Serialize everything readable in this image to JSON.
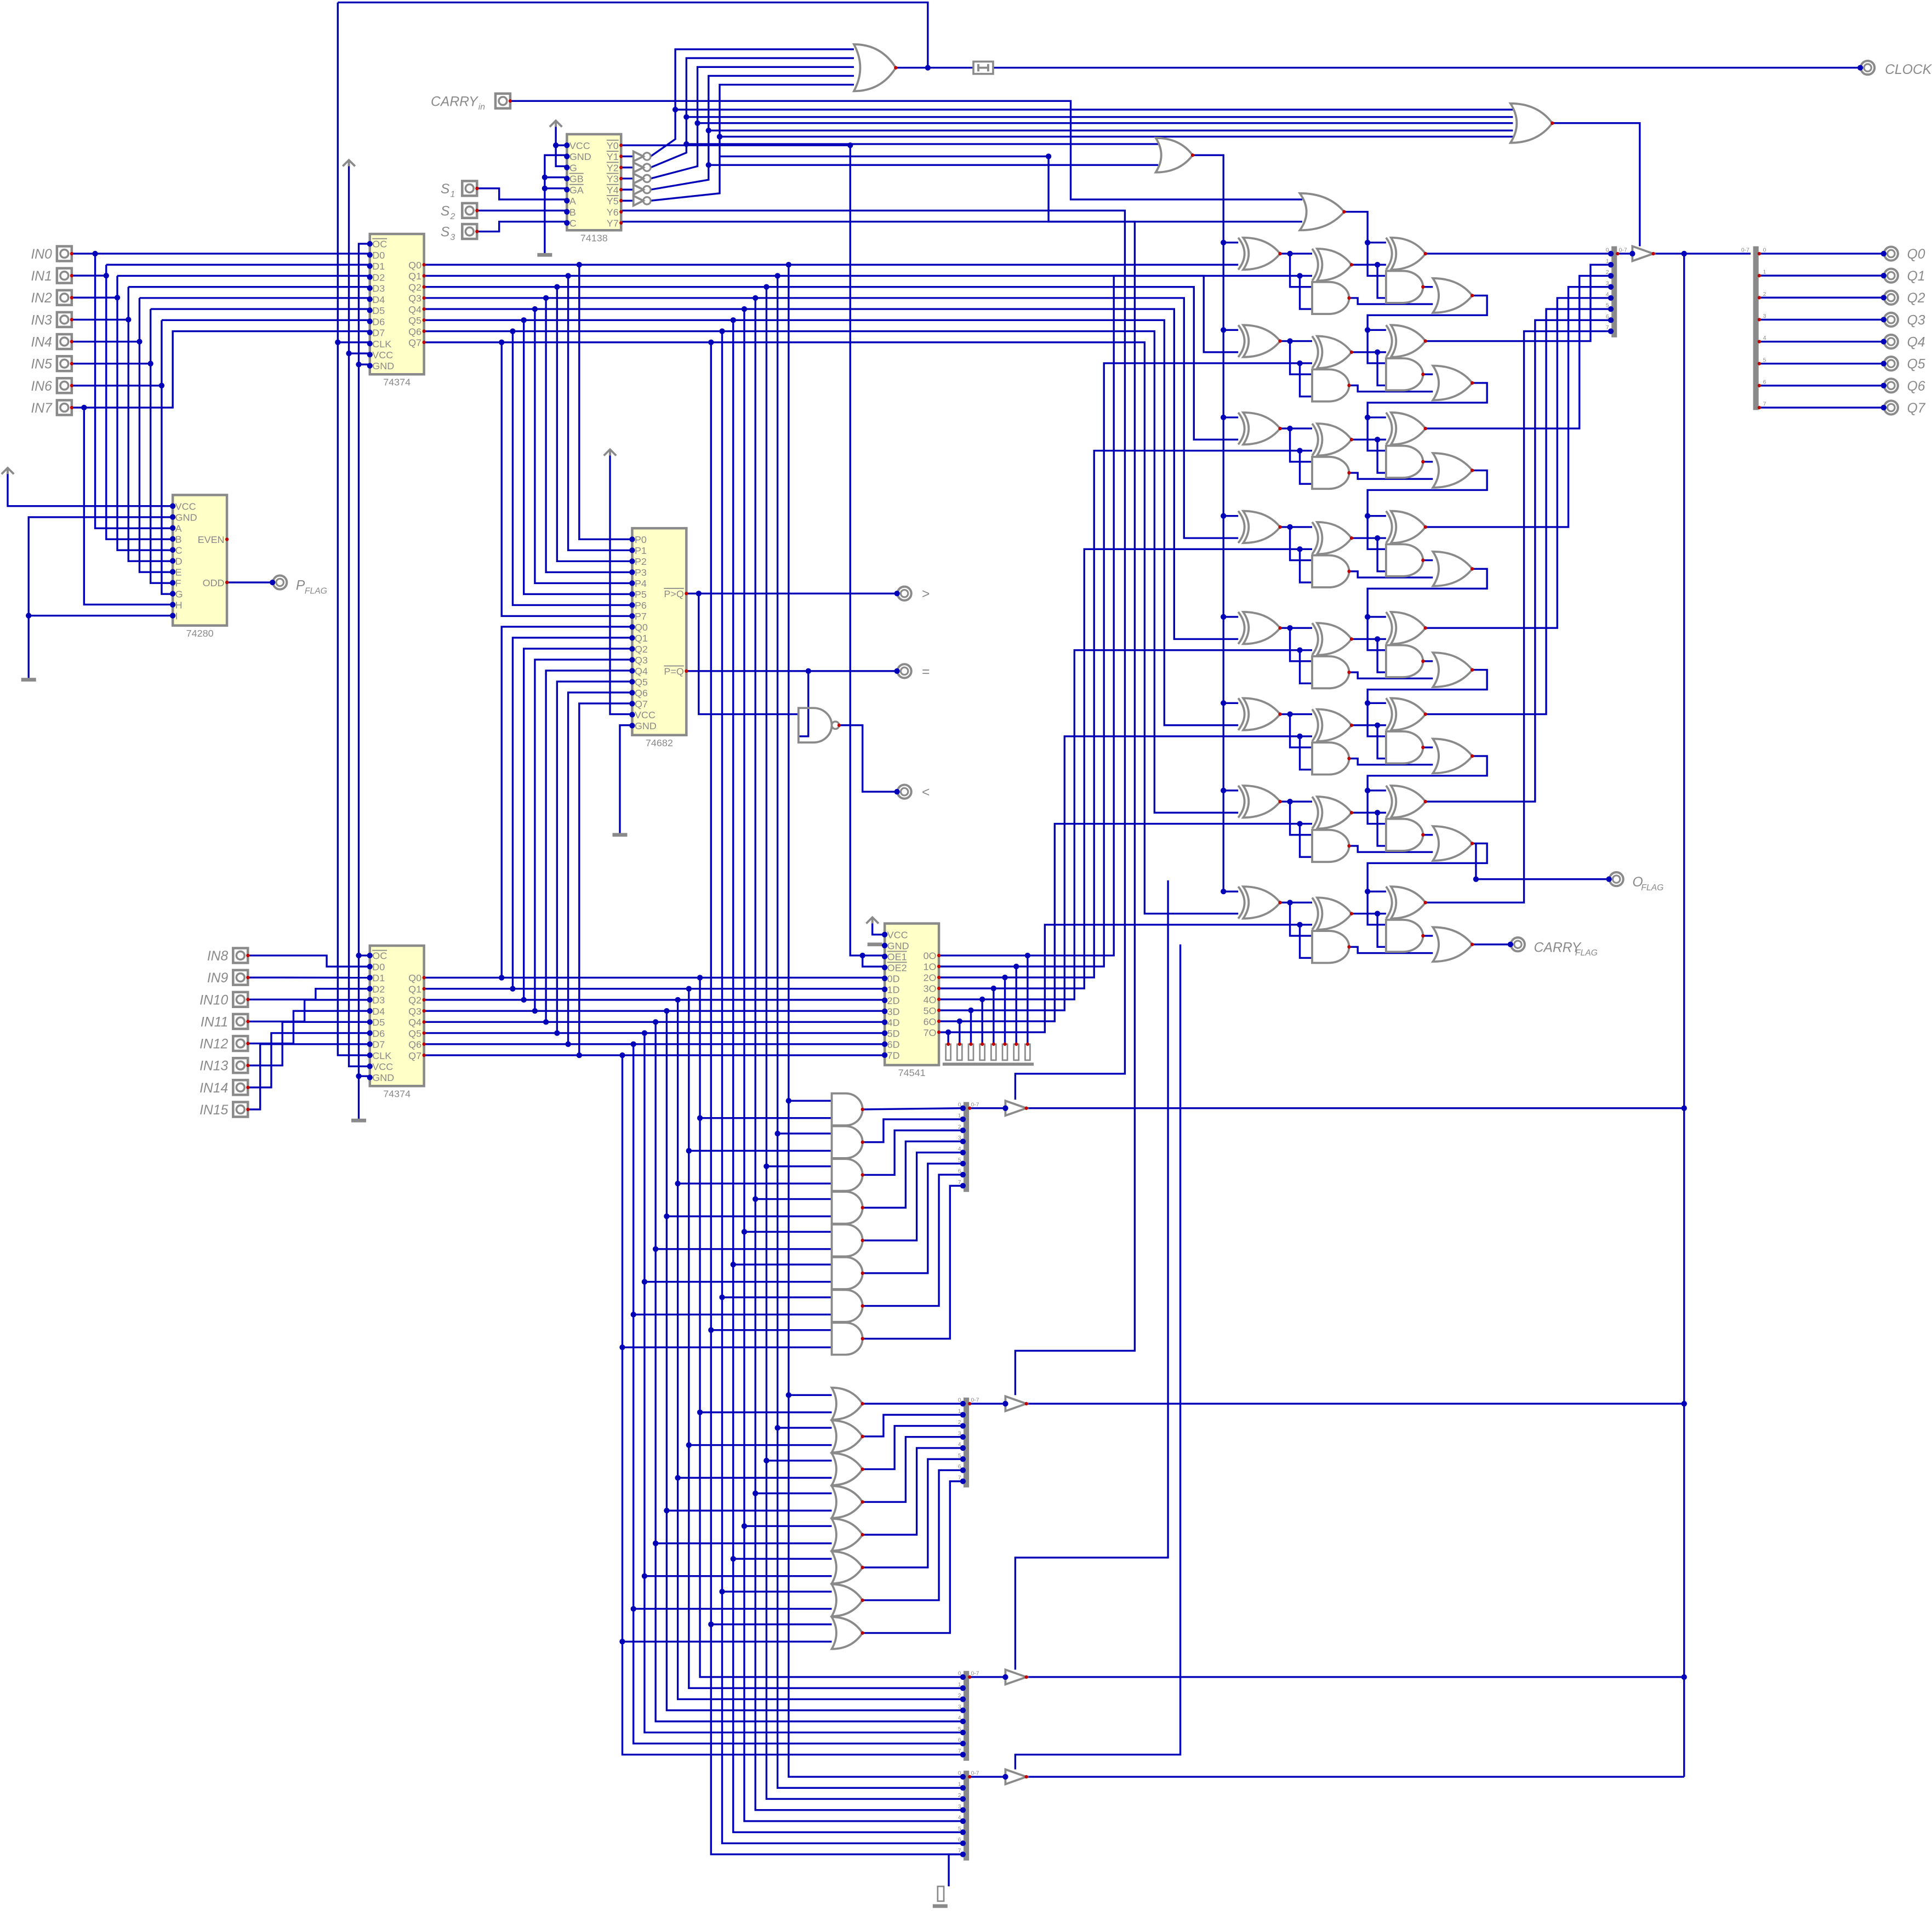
{
  "inputs_a": [
    "IN0",
    "IN1",
    "IN2",
    "IN3",
    "IN4",
    "IN5",
    "IN6",
    "IN7"
  ],
  "inputs_b": [
    "IN8",
    "IN9",
    "IN10",
    "IN11",
    "IN12",
    "IN13",
    "IN14",
    "IN15"
  ],
  "selects": [
    {
      "main": "S",
      "sub": "1"
    },
    {
      "main": "S",
      "sub": "2"
    },
    {
      "main": "S",
      "sub": "3"
    }
  ],
  "carry_in": {
    "main": "CARRY",
    "sub": "in"
  },
  "clock": "CLOCK",
  "outputs": [
    "Q0",
    "Q1",
    "Q2",
    "Q3",
    "Q4",
    "Q5",
    "Q6",
    "Q7"
  ],
  "flags": {
    "parity": {
      "main": "P",
      "sub": "FLAG"
    },
    "overflow": {
      "main": "O",
      "sub": "FLAG"
    },
    "carry": {
      "main": "CARRY",
      "sub": "FLAG"
    }
  },
  "compare": {
    "gt": ">",
    "eq": "=",
    "lt": "<"
  },
  "chips": {
    "reg_a": {
      "name": "74374",
      "left": [
        "OC",
        "D0",
        "D1",
        "D2",
        "D3",
        "D4",
        "D5",
        "D6",
        "D7",
        "CLK",
        "VCC",
        "GND"
      ],
      "right": [
        "Q0",
        "Q1",
        "Q2",
        "Q3",
        "Q4",
        "Q5",
        "Q6",
        "Q7"
      ]
    },
    "reg_b": {
      "name": "74374",
      "left": [
        "OC",
        "D0",
        "D1",
        "D2",
        "D3",
        "D4",
        "D5",
        "D6",
        "D7",
        "CLK",
        "VCC",
        "GND"
      ],
      "right": [
        "Q0",
        "Q1",
        "Q2",
        "Q3",
        "Q4",
        "Q5",
        "Q6",
        "Q7"
      ]
    },
    "decoder": {
      "name": "74138",
      "left": [
        "VCC",
        "GND",
        "G",
        "GB",
        "GA",
        "A",
        "B",
        "C"
      ],
      "right": [
        "Y0",
        "Y1",
        "Y2",
        "Y3",
        "Y4",
        "Y5",
        "Y6",
        "Y7"
      ]
    },
    "parity": {
      "name": "74280",
      "left": [
        "VCC",
        "GND",
        "A",
        "B",
        "C",
        "D",
        "E",
        "F",
        "G",
        "H",
        "I"
      ],
      "right": [
        "EVEN",
        "ODD"
      ]
    },
    "comparator": {
      "name": "74682",
      "left": [
        "P0",
        "P1",
        "P2",
        "P3",
        "P4",
        "P5",
        "P6",
        "P7",
        "Q0",
        "Q1",
        "Q2",
        "Q3",
        "Q4",
        "Q5",
        "Q6",
        "Q7",
        "VCC",
        "GND"
      ],
      "right": [
        "P>Q",
        "P=Q"
      ]
    },
    "buffer": {
      "name": "74541",
      "left": [
        "VCC",
        "GND",
        "OE1",
        "OE2",
        "0D",
        "1D",
        "2D",
        "3D",
        "4D",
        "5D",
        "6D",
        "7D"
      ],
      "right": [
        "0O",
        "1O",
        "2O",
        "3O",
        "4O",
        "5O",
        "6O",
        "7O"
      ]
    }
  },
  "bus": {
    "range": "0-7",
    "bits": [
      "0",
      "1",
      "2",
      "3",
      "4",
      "5",
      "6",
      "7"
    ]
  },
  "colors": {
    "wire": "#0000b8",
    "component": "#8a8a8a",
    "chip_fill": "#ffffc8",
    "pin": "#c00000"
  }
}
